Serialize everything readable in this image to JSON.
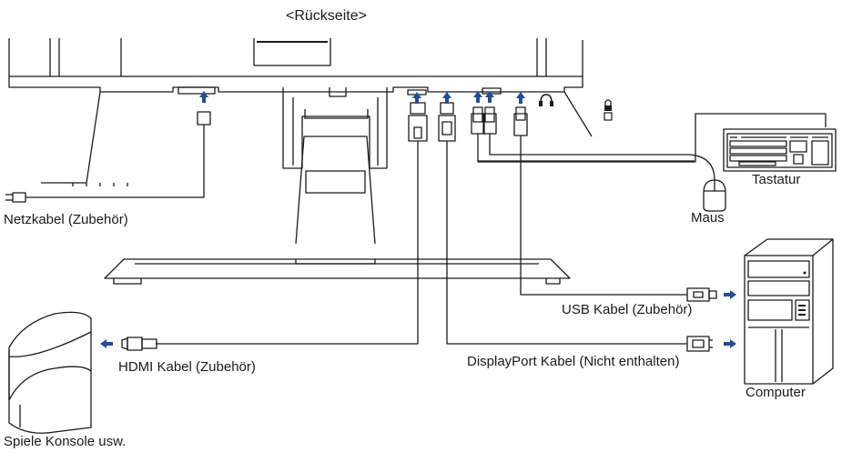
{
  "diagram": {
    "title": "<Rückseite>",
    "labels": {
      "power_cable": "Netzkabel (Zubehör)",
      "keyboard": "Tastatur",
      "mouse": "Maus",
      "usb_cable": "USB Kabel (Zubehör)",
      "hdmi_cable": "HDMI Kabel (Zubehör)",
      "displayport_cable": "DisplayPort Kabel (Nicht enthalten)",
      "computer": "Computer",
      "game_console": "Spiele Konsole usw."
    },
    "colors": {
      "arrow": "#1f4e9c",
      "line": "#1a1a1a"
    },
    "icons": [
      "arrow-up-icon",
      "arrow-right-icon",
      "arrow-left-icon",
      "headphone-icon",
      "lock-icon"
    ]
  }
}
